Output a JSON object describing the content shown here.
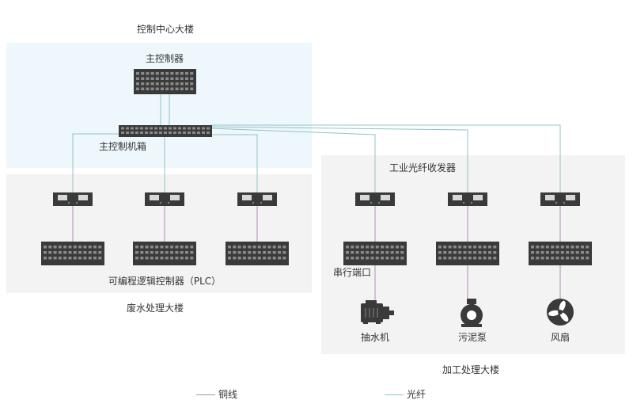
{
  "zones": {
    "control_center": {
      "title": "控制中心大楼"
    },
    "wastewater": {
      "title": "废水处理大楼"
    },
    "processing": {
      "title": "加工处理大楼"
    }
  },
  "labels": {
    "main_controller": "主控制器",
    "main_cabinet": "主控制机箱",
    "transceiver": "工业光纤收发器",
    "plc": "可编程逻辑控制器（PLC）",
    "serial_port": "串行端口"
  },
  "devices": {
    "pump": "抽水机",
    "sludge_pump": "污泥泵",
    "fan": "风扇"
  },
  "legend": {
    "copper": "铜线",
    "fiber": "光纤"
  },
  "colors": {
    "copper": "#b48ab9",
    "fiber": "#8fc4c6",
    "control_bg": "#eef7fb",
    "zone_bg": "#f3f3f3",
    "device": "#3a3a3a"
  },
  "icons": [
    "motor-icon",
    "pump-icon",
    "fan-icon"
  ]
}
